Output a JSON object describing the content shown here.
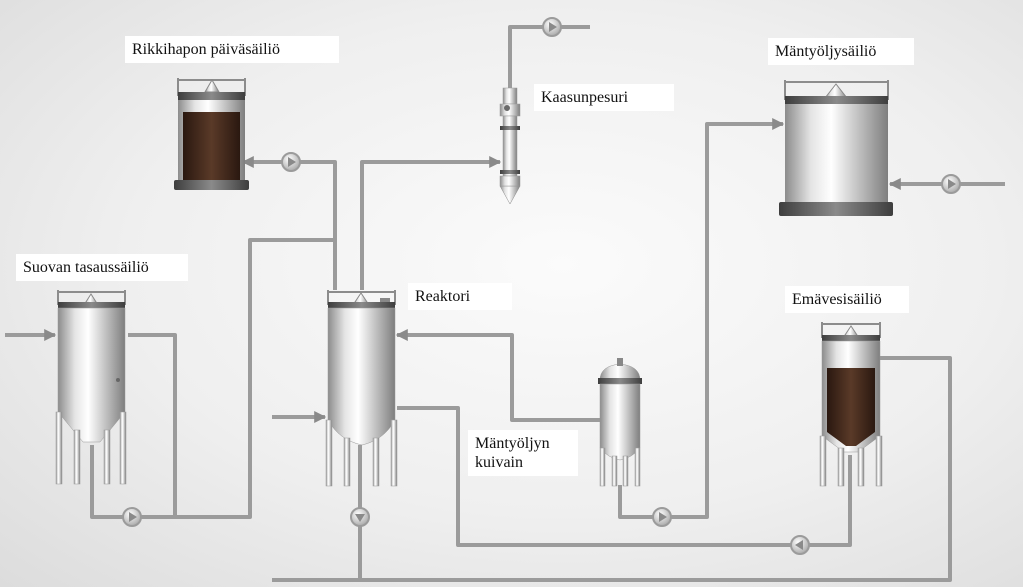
{
  "diagram": {
    "labels": {
      "rikkihappo": "Rikkihapon päiväsäiliö",
      "kaasunpesuri": "Kaasunpesuri",
      "mantyoljy": "Mäntyöljysäiliö",
      "suopa": "Suovan tasaussäiliö",
      "reaktori": "Reaktori",
      "emavesi": "Emävesisäiliö",
      "kuivain_line1": "Mäntyöljyn",
      "kuivain_line2": "kuivain"
    },
    "colors": {
      "pipe": "#9a9a9a",
      "liquid_dark": "#3a2418",
      "steel_light": "#f2f2f2",
      "steel_dark": "#8c8c8c"
    }
  }
}
